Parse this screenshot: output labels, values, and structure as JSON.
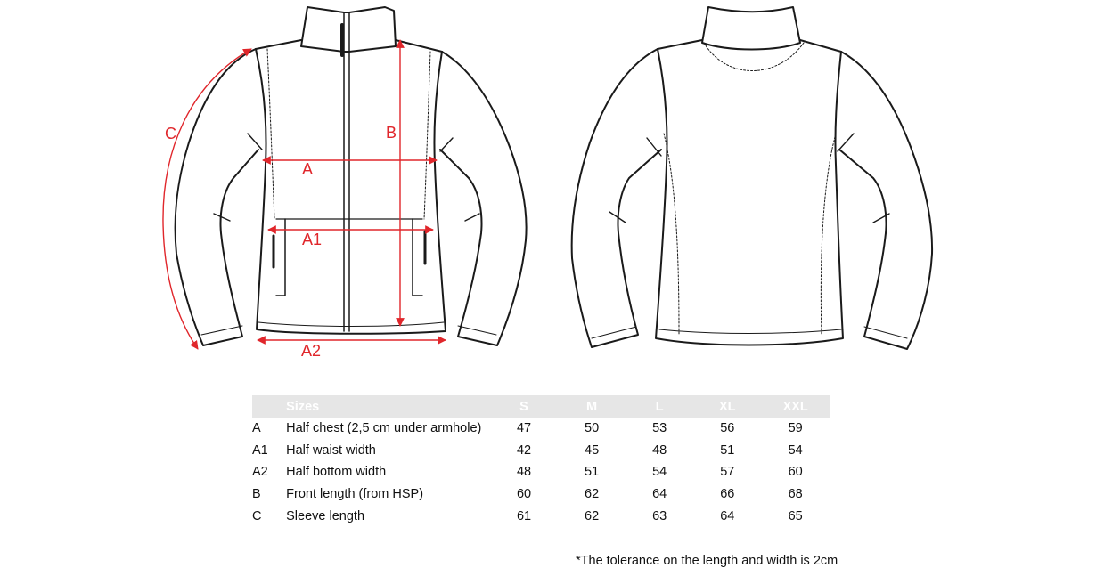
{
  "measure_labels": {
    "a": "A",
    "a1": "A1",
    "a2": "A2",
    "b": "B",
    "c": "C"
  },
  "colors": {
    "measure": "#e0262b",
    "outline": "#1a1a1a",
    "header_bg": "#e6e6e6",
    "header_text": "#ffffff"
  },
  "table": {
    "header": {
      "code": "",
      "label": "Sizes",
      "sizes": [
        "S",
        "M",
        "L",
        "XL",
        "XXL"
      ]
    },
    "rows": [
      {
        "code": "A",
        "label": "Half chest (2,5 cm under armhole)",
        "values": [
          "47",
          "50",
          "53",
          "56",
          "59"
        ]
      },
      {
        "code": "A1",
        "label": "Half waist width",
        "values": [
          "42",
          "45",
          "48",
          "51",
          "54"
        ]
      },
      {
        "code": "A2",
        "label": "Half bottom width",
        "values": [
          "48",
          "51",
          "54",
          "57",
          "60"
        ]
      },
      {
        "code": "B",
        "label": "Front length (from HSP)",
        "values": [
          "60",
          "62",
          "64",
          "66",
          "68"
        ]
      },
      {
        "code": "C",
        "label": "Sleeve length",
        "values": [
          "61",
          "62",
          "63",
          "64",
          "65"
        ]
      }
    ]
  },
  "tolerance_note": "*The tolerance on the length and width is 2cm"
}
